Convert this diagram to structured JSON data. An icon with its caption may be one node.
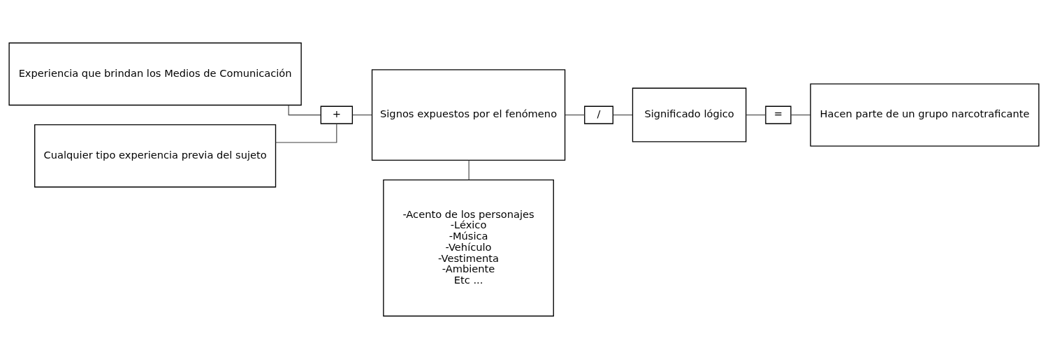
{
  "diagram": {
    "nodes": [
      {
        "text": [
          "Experiencia que brindan los Medios de Comunicación"
        ]
      },
      {
        "text": [
          "Cualquier tipo experiencia previa del sujeto"
        ]
      },
      {
        "text": [
          "+"
        ]
      },
      {
        "text": [
          "Signos expuestos por el fenómeno"
        ]
      },
      {
        "text": [
          "-Acento de los personajes",
          "-Léxico",
          "-Música",
          "-Vehículo",
          "-Vestimenta",
          "-Ambiente",
          "Etc ..."
        ]
      },
      {
        "text": [
          "/"
        ]
      },
      {
        "text": [
          "Significado lógico"
        ]
      },
      {
        "text": [
          "="
        ]
      },
      {
        "text": [
          "Hacen parte de un grupo narcotraficante"
        ]
      }
    ],
    "edges": [
      {
        "from": 0,
        "to": 2,
        "arrow": "none"
      },
      {
        "from": 1,
        "to": 2,
        "arrow": "none"
      },
      {
        "from": 2,
        "to": 3,
        "arrow": "none"
      },
      {
        "from": 3,
        "to": 4,
        "arrow": "none"
      },
      {
        "from": 3,
        "to": 5,
        "arrow": "none"
      },
      {
        "from": 5,
        "to": 6,
        "arrow": "none"
      },
      {
        "from": 6,
        "to": 7,
        "arrow": "none"
      },
      {
        "from": 7,
        "to": 8,
        "arrow": "none"
      }
    ]
  }
}
